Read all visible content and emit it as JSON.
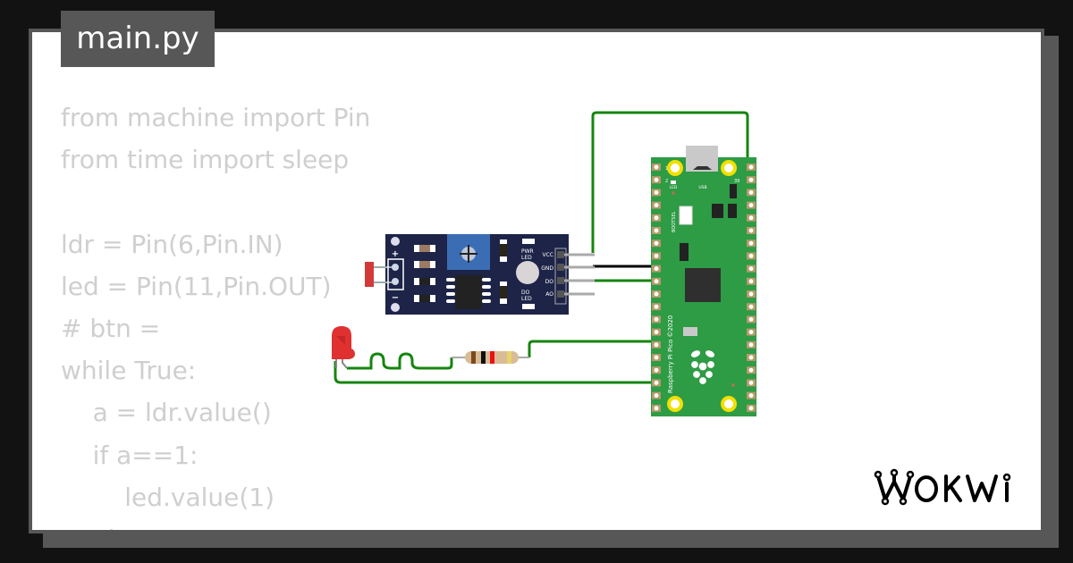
{
  "file_tab": {
    "label": "main.py"
  },
  "code": {
    "lines": [
      "from machine import Pin",
      "from time import sleep",
      "",
      "ldr = Pin(6,Pin.IN)",
      "led = Pin(11,Pin.OUT)",
      "# btn =",
      "while True:",
      "    a = ldr.value()",
      "    if a==1:",
      "        led.value(1)",
      "    else:"
    ]
  },
  "circuit": {
    "ldr_module": {
      "pin_labels": [
        "VCC",
        "GND",
        "DO",
        "AO"
      ],
      "pwr_led_label": [
        "PWR",
        "LED"
      ],
      "do_led_label": [
        "DO",
        "LED"
      ],
      "plus_label": "+",
      "minus_label": "−"
    },
    "pico": {
      "usb_label": "USB",
      "led_label": "LED",
      "bootsel_label": "BOOTSEL",
      "pin1_label": "1",
      "pin2_label": "2",
      "pin39_label": "39",
      "board_text": "Raspberry Pi Pico ©2020"
    },
    "colors": {
      "wire_green": "#15850f",
      "wire_black": "#000000",
      "pico_green": "#2e9b45",
      "module_blue": "#1d2448",
      "led_red": "#e03030"
    }
  },
  "logo": {
    "text": "WOKWI"
  }
}
